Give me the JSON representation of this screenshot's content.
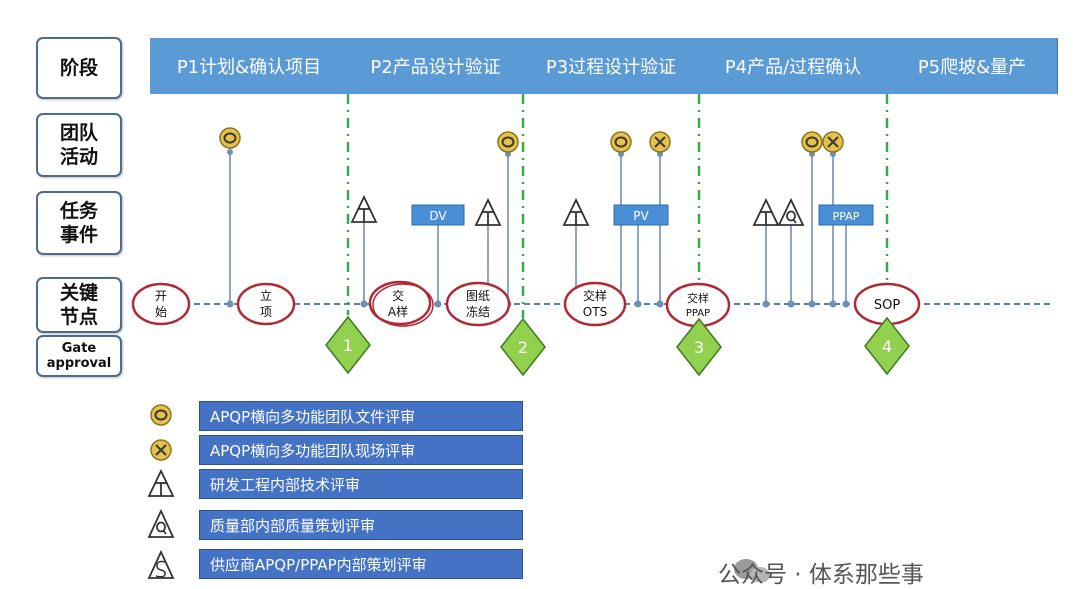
{
  "row_labels": {
    "stage": "阶段",
    "team": "团队\n活动",
    "task": "任务\n事件",
    "milestone": "关键\n节点",
    "gate": "Gate\napproval"
  },
  "phases": [
    "P1计划&确认项目",
    "P2产品设计验证",
    "P3过程设计验证",
    "P4产品/过程确认",
    "P5爬坡&量产"
  ],
  "milestones": {
    "start": [
      "开",
      "始"
    ],
    "kickoff": [
      "立",
      "项"
    ],
    "a_sample": [
      "交",
      "A样"
    ],
    "drawing_freeze": [
      "图纸",
      "冻结"
    ],
    "ots": [
      "交样",
      "OTS"
    ],
    "ppap": [
      "交样",
      "PPAP"
    ],
    "sop": "SOP"
  },
  "tasks": {
    "dv": "DV",
    "pv": "PV",
    "ppap": "PPAP"
  },
  "gates": [
    "1",
    "2",
    "3",
    "4"
  ],
  "legend": [
    {
      "symbol": "circle-o",
      "label": "APQP横向多功能团队文件评审"
    },
    {
      "symbol": "circle-x",
      "label": "APQP横向多功能团队现场评审"
    },
    {
      "symbol": "triangle-t",
      "label": "研发工程内部技术评审"
    },
    {
      "symbol": "triangle-q",
      "label": "质量部内部质量策划评审"
    },
    {
      "symbol": "triangle-s",
      "label": "供应商APQP/PPAP内部策划评审"
    }
  ],
  "watermark": "公众号 · 体系那些事",
  "colors": {
    "phase_fill": "#5b9bd5",
    "marker_fill": "#e6c24a",
    "milestone_border": "#b02a35",
    "gate_fill": "#92d050",
    "gate_line": "#3daa4a",
    "legend_fill": "#4472c4",
    "timeline": "#4f81bd"
  }
}
